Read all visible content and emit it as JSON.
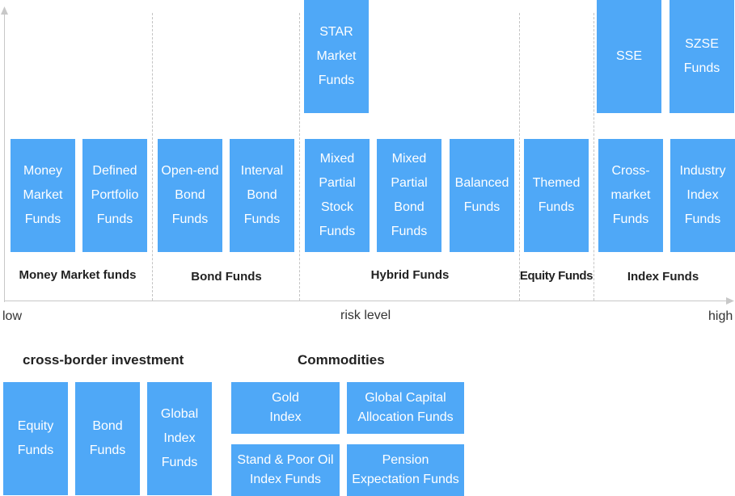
{
  "axis": {
    "low": "low",
    "mid": "risk level",
    "high": "high"
  },
  "categories": {
    "money_market": "Money Market funds",
    "bond": "Bond Funds",
    "hybrid": "Hybrid Funds",
    "equity": "Equity Funds",
    "index": "Index Funds"
  },
  "funds": {
    "money_market": "Money\nMarket\nFunds",
    "defined_portfolio": "Defined\nPortfolio\nFunds",
    "open_end_bond": "Open-end\nBond\nFunds",
    "interval_bond": "Interval\nBond\nFunds",
    "mixed_partial_stock": "Mixed\nPartial\nStock\nFunds",
    "mixed_partial_bond": "Mixed\nPartial\nBond\nFunds",
    "balanced": "Balanced\nFunds",
    "themed": "Themed\nFunds",
    "cross_market": "Cross-\nmarket\nFunds",
    "industry_index": "Industry\nIndex\nFunds",
    "star_market": "STAR\nMarket\nFunds",
    "sse": "SSE",
    "szse": "SZSE\nFunds"
  },
  "cross_border": {
    "title": "cross-border investment",
    "equity": "Equity\nFunds",
    "bond": "Bond\nFunds",
    "global_index": "Global\nIndex\nFunds"
  },
  "commodities": {
    "title": "Commodities",
    "gold_index": "Gold\nIndex",
    "global_capital": "Global Capital\nAllocation Funds",
    "sp_oil": "Stand & Poor Oil\nIndex Funds",
    "pension": "Pension\nExpectation Funds"
  },
  "colors": {
    "box": "#4fa8f7",
    "axis": "#c8c8c8"
  }
}
